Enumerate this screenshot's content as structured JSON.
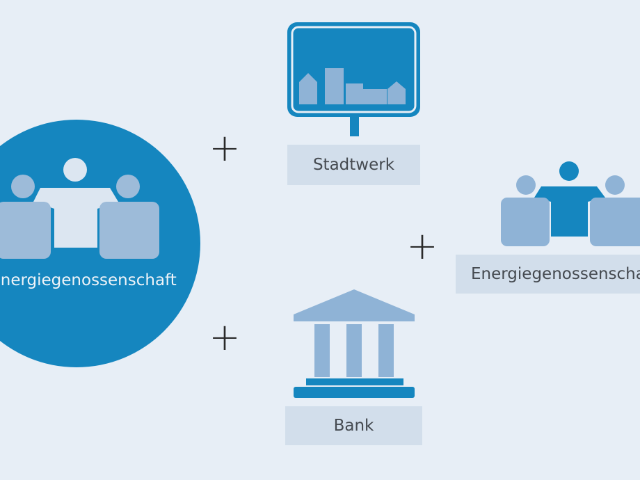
{
  "colors": {
    "background": "#e7eef6",
    "primary_blue": "#1586bf",
    "light_blue": "#8fb3d6",
    "label_box": "#d2deeb",
    "text": "#454a50"
  },
  "center_node": {
    "label": "Energiegenossenschaft",
    "icon": "group-of-people-icon"
  },
  "partners": [
    {
      "label": "Stadtwerk",
      "icon": "town-sign-icon"
    },
    {
      "label": "Energiegenossenschaft",
      "icon": "group-of-people-icon"
    },
    {
      "label": "Bank",
      "icon": "bank-building-icon"
    }
  ],
  "connector_symbol": "+"
}
